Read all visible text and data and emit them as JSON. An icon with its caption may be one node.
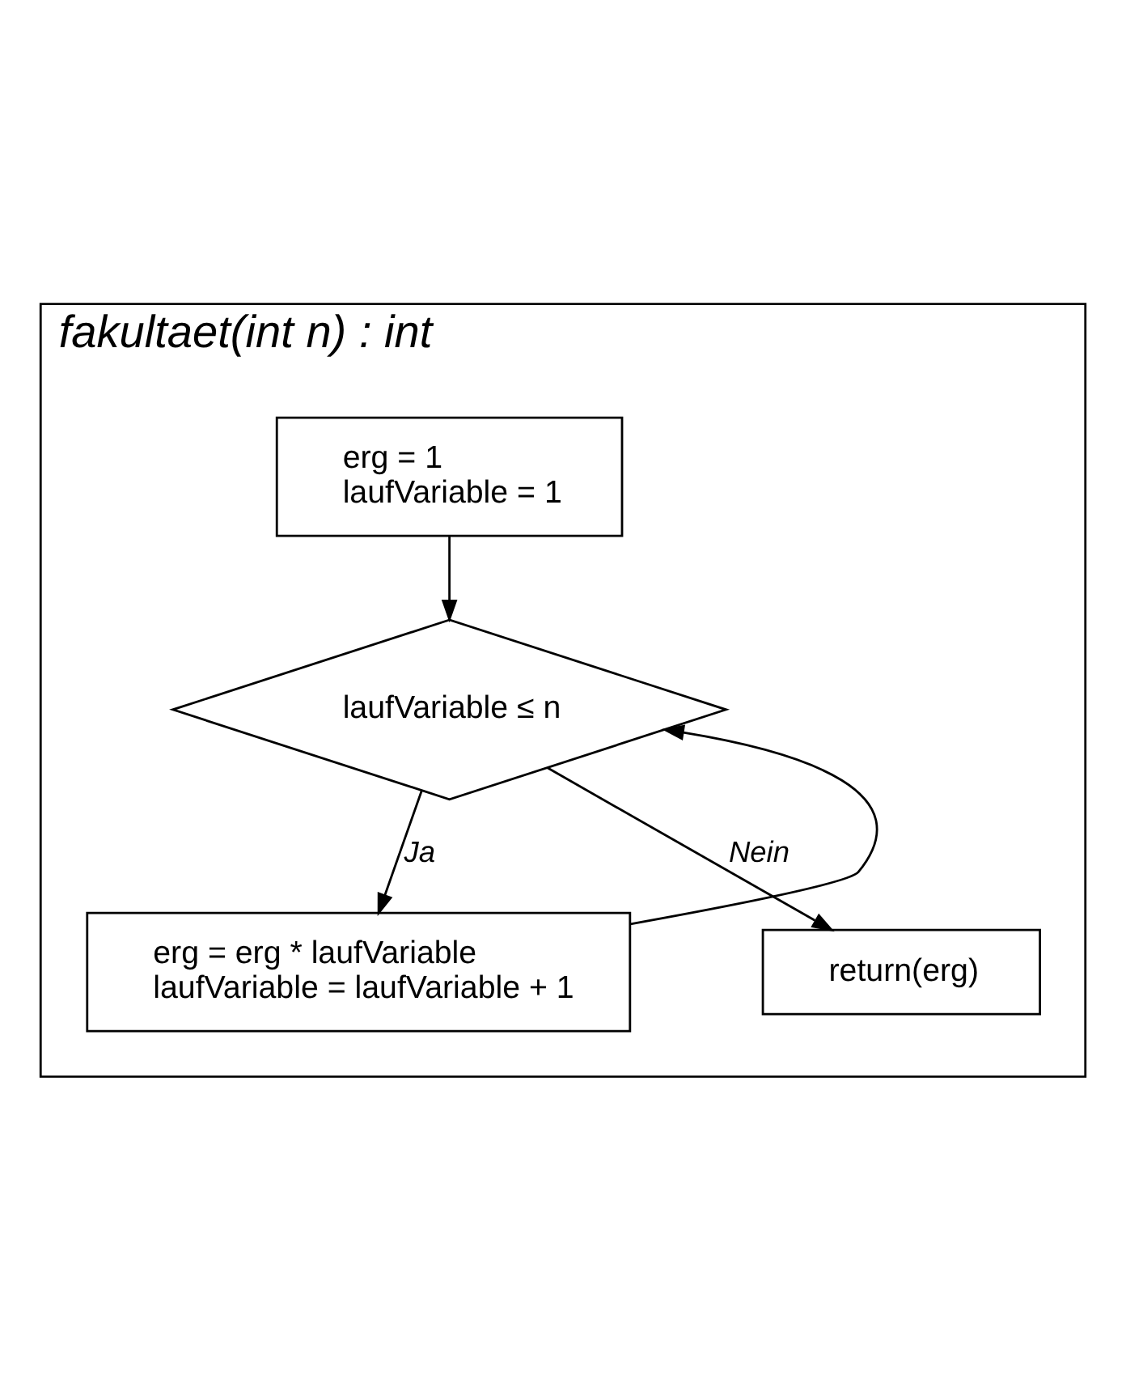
{
  "diagram": {
    "nodes": [
      {
        "text": [
          "fakultaet(int n) : int"
        ]
      },
      {
        "text": [
          "erg = 1",
          "laufVariable = 1"
        ],
        "in": 0
      },
      {
        "text": [
          "laufVariable ≤ n"
        ],
        "in": 0
      },
      {
        "text": [
          "erg = erg * laufVariable",
          "laufVariable = laufVariable + 1"
        ],
        "in": 0
      },
      {
        "text": [
          "return(erg)"
        ],
        "in": 0
      }
    ],
    "edges": [
      {
        "from": 1,
        "to": 2,
        "arrow": "to"
      },
      {
        "from": 2,
        "to": 3,
        "arrow": "to",
        "label": "Ja"
      },
      {
        "from": 3,
        "to": 2,
        "arrow": "to"
      },
      {
        "from": 2,
        "to": 4,
        "arrow": "to",
        "label": "Nein"
      }
    ]
  }
}
